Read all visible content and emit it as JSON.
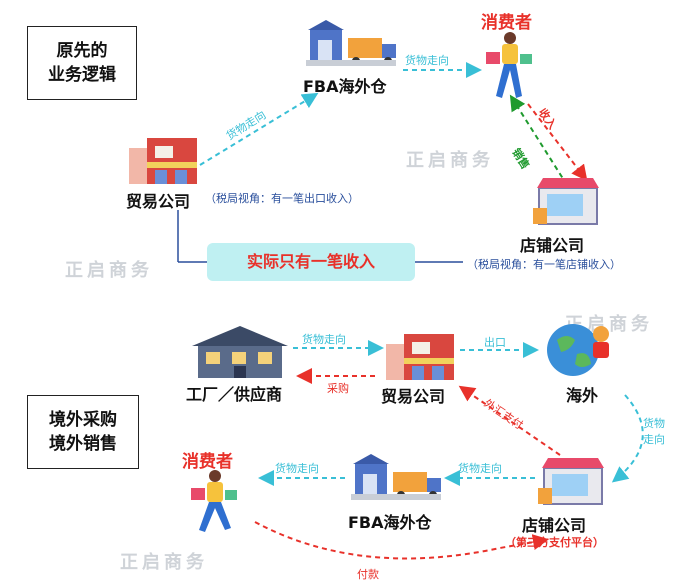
{
  "top": {
    "title_line1": "原先的",
    "title_line2": "业务逻辑",
    "trade_company": "贸易公司",
    "fba": "FBA海外仓",
    "consumer": "消费者",
    "store": "店铺公司",
    "goods_flow": "货物走向",
    "income": "收入",
    "sales": "销售",
    "trade_tax_note": "（税局视角：有一笔出口收入）",
    "store_tax_note": "（税局视角：有一笔店铺收入）",
    "callout": "实际只有一笔收入"
  },
  "bottom": {
    "title_line1": "境外采购",
    "title_line2": "境外销售",
    "factory": "工厂／供应商",
    "trade_company": "贸易公司",
    "overseas": "海外",
    "store": "店铺公司",
    "fba": "FBA海外仓",
    "consumer": "消费者",
    "goods_flow_1": "货物走向",
    "purchase": "采购",
    "export": "出口",
    "fx_payment": "外汇支付",
    "goods_flow_2_line1": "货物",
    "goods_flow_2_line2": "走向",
    "goods_flow_3": "货物走向",
    "goods_flow_4": "货物走向",
    "payment": "付款",
    "third_party": "（第三方支付平台）"
  },
  "watermark": "正启商务",
  "colors": {
    "red": "#e8312a",
    "cyan": "#39bfd6",
    "green": "#1f9a2e",
    "blue": "#2a4f9c",
    "callout_bg": "#bff0f2"
  }
}
